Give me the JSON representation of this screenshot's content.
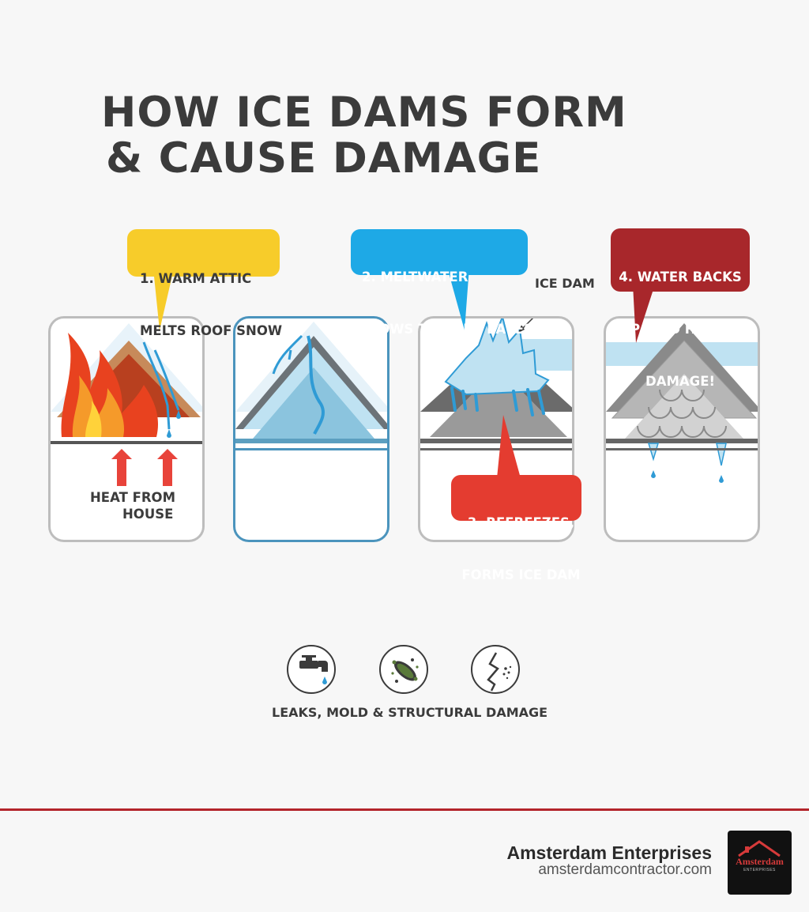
{
  "title": {
    "line1": "HOW ICE DAMS FORM",
    "line2": "& CAUSE DAMAGE"
  },
  "steps": [
    {
      "line1": "1. WARM ATTIC",
      "line2": "MELTS ROOF SNOW",
      "color": "#f7cc2a"
    },
    {
      "line1": "2. MELTWATER",
      "line2": "FLOWS TO COLD EAVES",
      "color": "#1ea9e6"
    },
    {
      "line1": "3. REFREEZES,",
      "line2": "FORMS ICE DAM",
      "color": "#e43c30"
    },
    {
      "line1": "4. WATER BACKS",
      "line2": "UP INTO HOUSE.",
      "line3": "DAMAGE!",
      "color": "#a8272b"
    }
  ],
  "heat_label": {
    "line1": "HEAT FROM",
    "line2": "HOUSE"
  },
  "ice_dam_label": "ICE DAM",
  "damage_icons": [
    "faucet-leak-icon",
    "mold-icon",
    "structural-crack-icon"
  ],
  "damage_caption": "LEAKS, MOLD & STRUCTURAL DAMAGE",
  "footer": {
    "company": "Amsterdam Enterprises",
    "url": "amsterdamcontractor.com",
    "logo_text": "Amsterdam",
    "logo_sub": "ENTERPRISES",
    "accent": "#b3242b"
  }
}
